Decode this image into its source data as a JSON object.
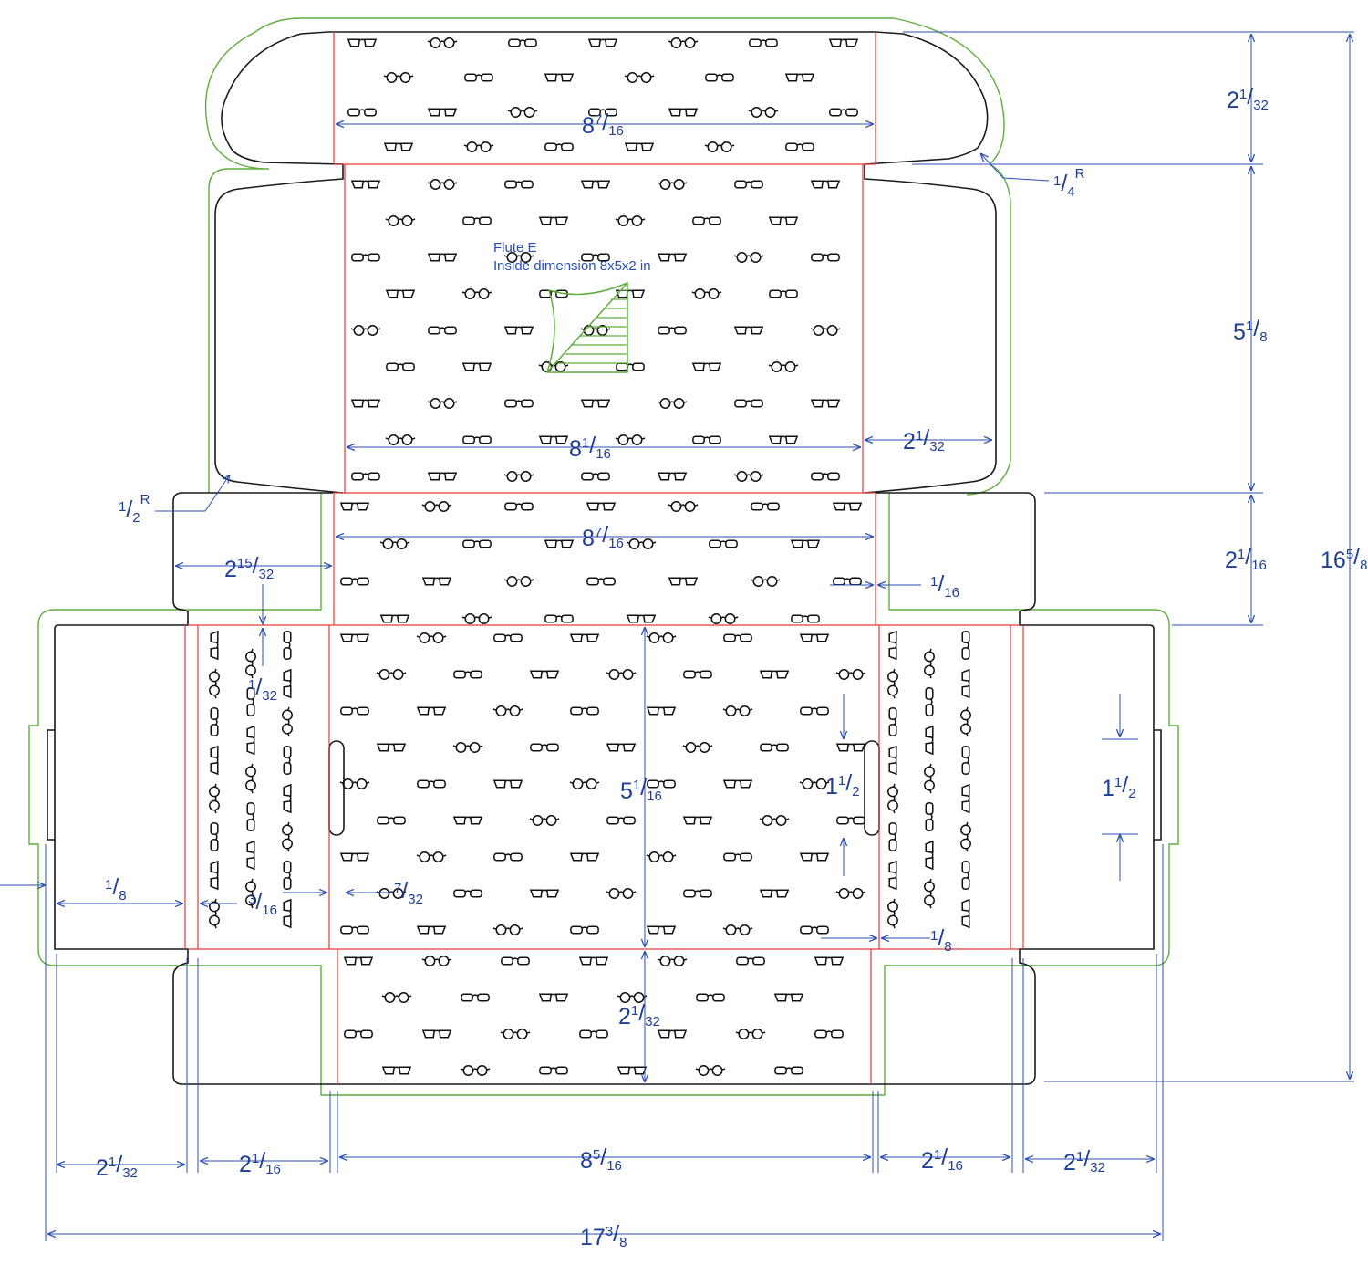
{
  "notes": {
    "line1": "Flute E",
    "line2": "Inside dimension 8x5x2  in"
  },
  "dimensions": [
    {
      "id": "top-flap-height",
      "main": "2",
      "sup": "1",
      "sub": "32"
    },
    {
      "id": "corner-radius-small",
      "main": "",
      "sup": "1",
      "sub": "4",
      "suffix": "R"
    },
    {
      "id": "lid-height",
      "main": "5",
      "sup": "1",
      "sub": "8"
    },
    {
      "id": "total-height",
      "main": "16",
      "sup": "5",
      "sub": "8"
    },
    {
      "id": "top-flap-width",
      "main": "8",
      "sup": "7",
      "sub": "16"
    },
    {
      "id": "lid-width",
      "main": "8",
      "sup": "1",
      "sub": "16"
    },
    {
      "id": "lid-side-flap",
      "main": "2",
      "sup": "1",
      "sub": "32"
    },
    {
      "id": "corner-radius-large",
      "main": "",
      "sup": "1",
      "sub": "2",
      "suffix": "R"
    },
    {
      "id": "back-panel-width",
      "main": "8",
      "sup": "7",
      "sub": "16"
    },
    {
      "id": "ear-width",
      "main": "2",
      "sup": "15",
      "sub": "32"
    },
    {
      "id": "back-panel-height",
      "main": "2",
      "sup": "1",
      "sub": "16"
    },
    {
      "id": "ear-gap",
      "main": "",
      "sup": "1",
      "sub": "16"
    },
    {
      "id": "gap-small",
      "main": "",
      "sup": "1",
      "sub": "32"
    },
    {
      "id": "base-height",
      "main": "5",
      "sup": "1",
      "sub": "16"
    },
    {
      "id": "slot-length",
      "main": "1",
      "sup": "1",
      "sub": "2"
    },
    {
      "id": "tab-length",
      "main": "1",
      "sup": "1",
      "sub": "2"
    },
    {
      "id": "left-offset",
      "main": "",
      "sup": "1",
      "sub": "8"
    },
    {
      "id": "wall-offset",
      "main": "",
      "sup": "3",
      "sub": "16"
    },
    {
      "id": "slot-offset",
      "main": "",
      "sup": "7",
      "sub": "32"
    },
    {
      "id": "right-offset",
      "main": "",
      "sup": "1",
      "sub": "8"
    },
    {
      "id": "front-panel-height",
      "main": "2",
      "sup": "1",
      "sub": "32"
    },
    {
      "id": "bottom-left-flap",
      "main": "2",
      "sup": "1",
      "sub": "32"
    },
    {
      "id": "bottom-left-wall",
      "main": "2",
      "sup": "1",
      "sub": "16"
    },
    {
      "id": "bottom-center",
      "main": "8",
      "sup": "5",
      "sub": "16"
    },
    {
      "id": "bottom-right-wall",
      "main": "2",
      "sup": "1",
      "sub": "16"
    },
    {
      "id": "bottom-right-flap",
      "main": "2",
      "sup": "1",
      "sub": "32"
    },
    {
      "id": "total-width",
      "main": "17",
      "sup": "3",
      "sub": "8"
    }
  ],
  "colors": {
    "cut_line": "#1a1a1a",
    "bleed_line": "#5fae3f",
    "fold_line": "#e43a3a",
    "dimension": "#2a4fb0"
  },
  "pattern": {
    "icons": [
      "glasses-cat-eye-icon",
      "glasses-round-icon",
      "glasses-rectangular-icon"
    ]
  }
}
